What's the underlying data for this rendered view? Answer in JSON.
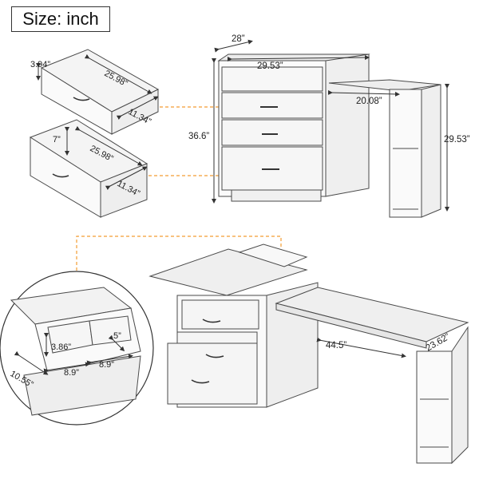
{
  "size_label": "Size: inch",
  "dimensions": {
    "drawer1_height": "3.94”",
    "drawer1_depth": "25.98”",
    "drawer1_width": "11.34”",
    "drawer2_height": "7”",
    "drawer2_depth": "25.98”",
    "drawer2_width": "11.34”",
    "cabinet_top_depth": "28”",
    "cabinet_top_width": "29.53”",
    "cabinet_height": "36.6”",
    "extension_width": "20.08”",
    "extension_height": "29.53”",
    "compartment_height": "3.86”",
    "compartment_small": "5”",
    "compartment_depth": "10.55”",
    "compartment_width_a": "8.9”",
    "compartment_width_b": "8.9”",
    "desk_length": "44.5”",
    "desk_depth": "23.62”"
  },
  "colors": {
    "line": "#4a4a4a",
    "accent": "#f39c33",
    "panel": "#f4f4f4"
  }
}
